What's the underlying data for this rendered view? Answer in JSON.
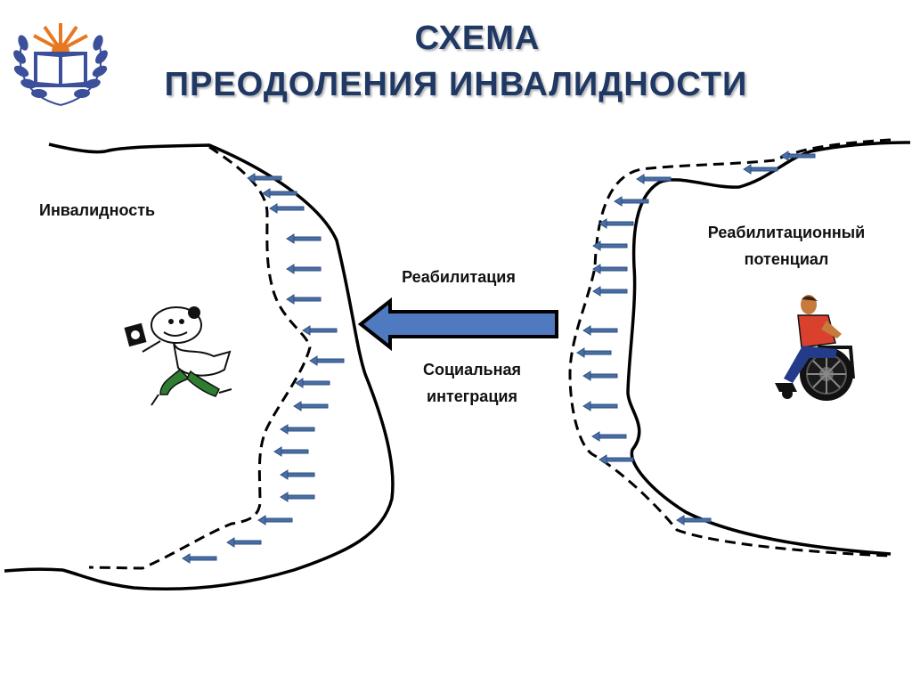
{
  "title": {
    "line1": "СХЕМА",
    "line2": "ПРЕОДОЛЕНИЯ ИНВАЛИДНОСТИ"
  },
  "labels": {
    "disability": "Инвалидность",
    "rehab_potential_line1": "Реабилитационный",
    "rehab_potential_line2": "потенциал",
    "rehabilitation": "Реабилитация",
    "social_integration_line1": "Социальная",
    "social_integration_line2": "интеграция"
  },
  "icons": {
    "logo": "book-laurel-emblem",
    "running_figure": "running-person-figure",
    "wheelchair_user": "wheelchair-user-figure"
  },
  "colors": {
    "title": "#1f3864",
    "main_arrow_fill": "#4f7ac0",
    "small_arrows": "#4a6fa5",
    "lines": "#000000",
    "logo_blue": "#3b4f9a",
    "logo_orange": "#e87722"
  }
}
